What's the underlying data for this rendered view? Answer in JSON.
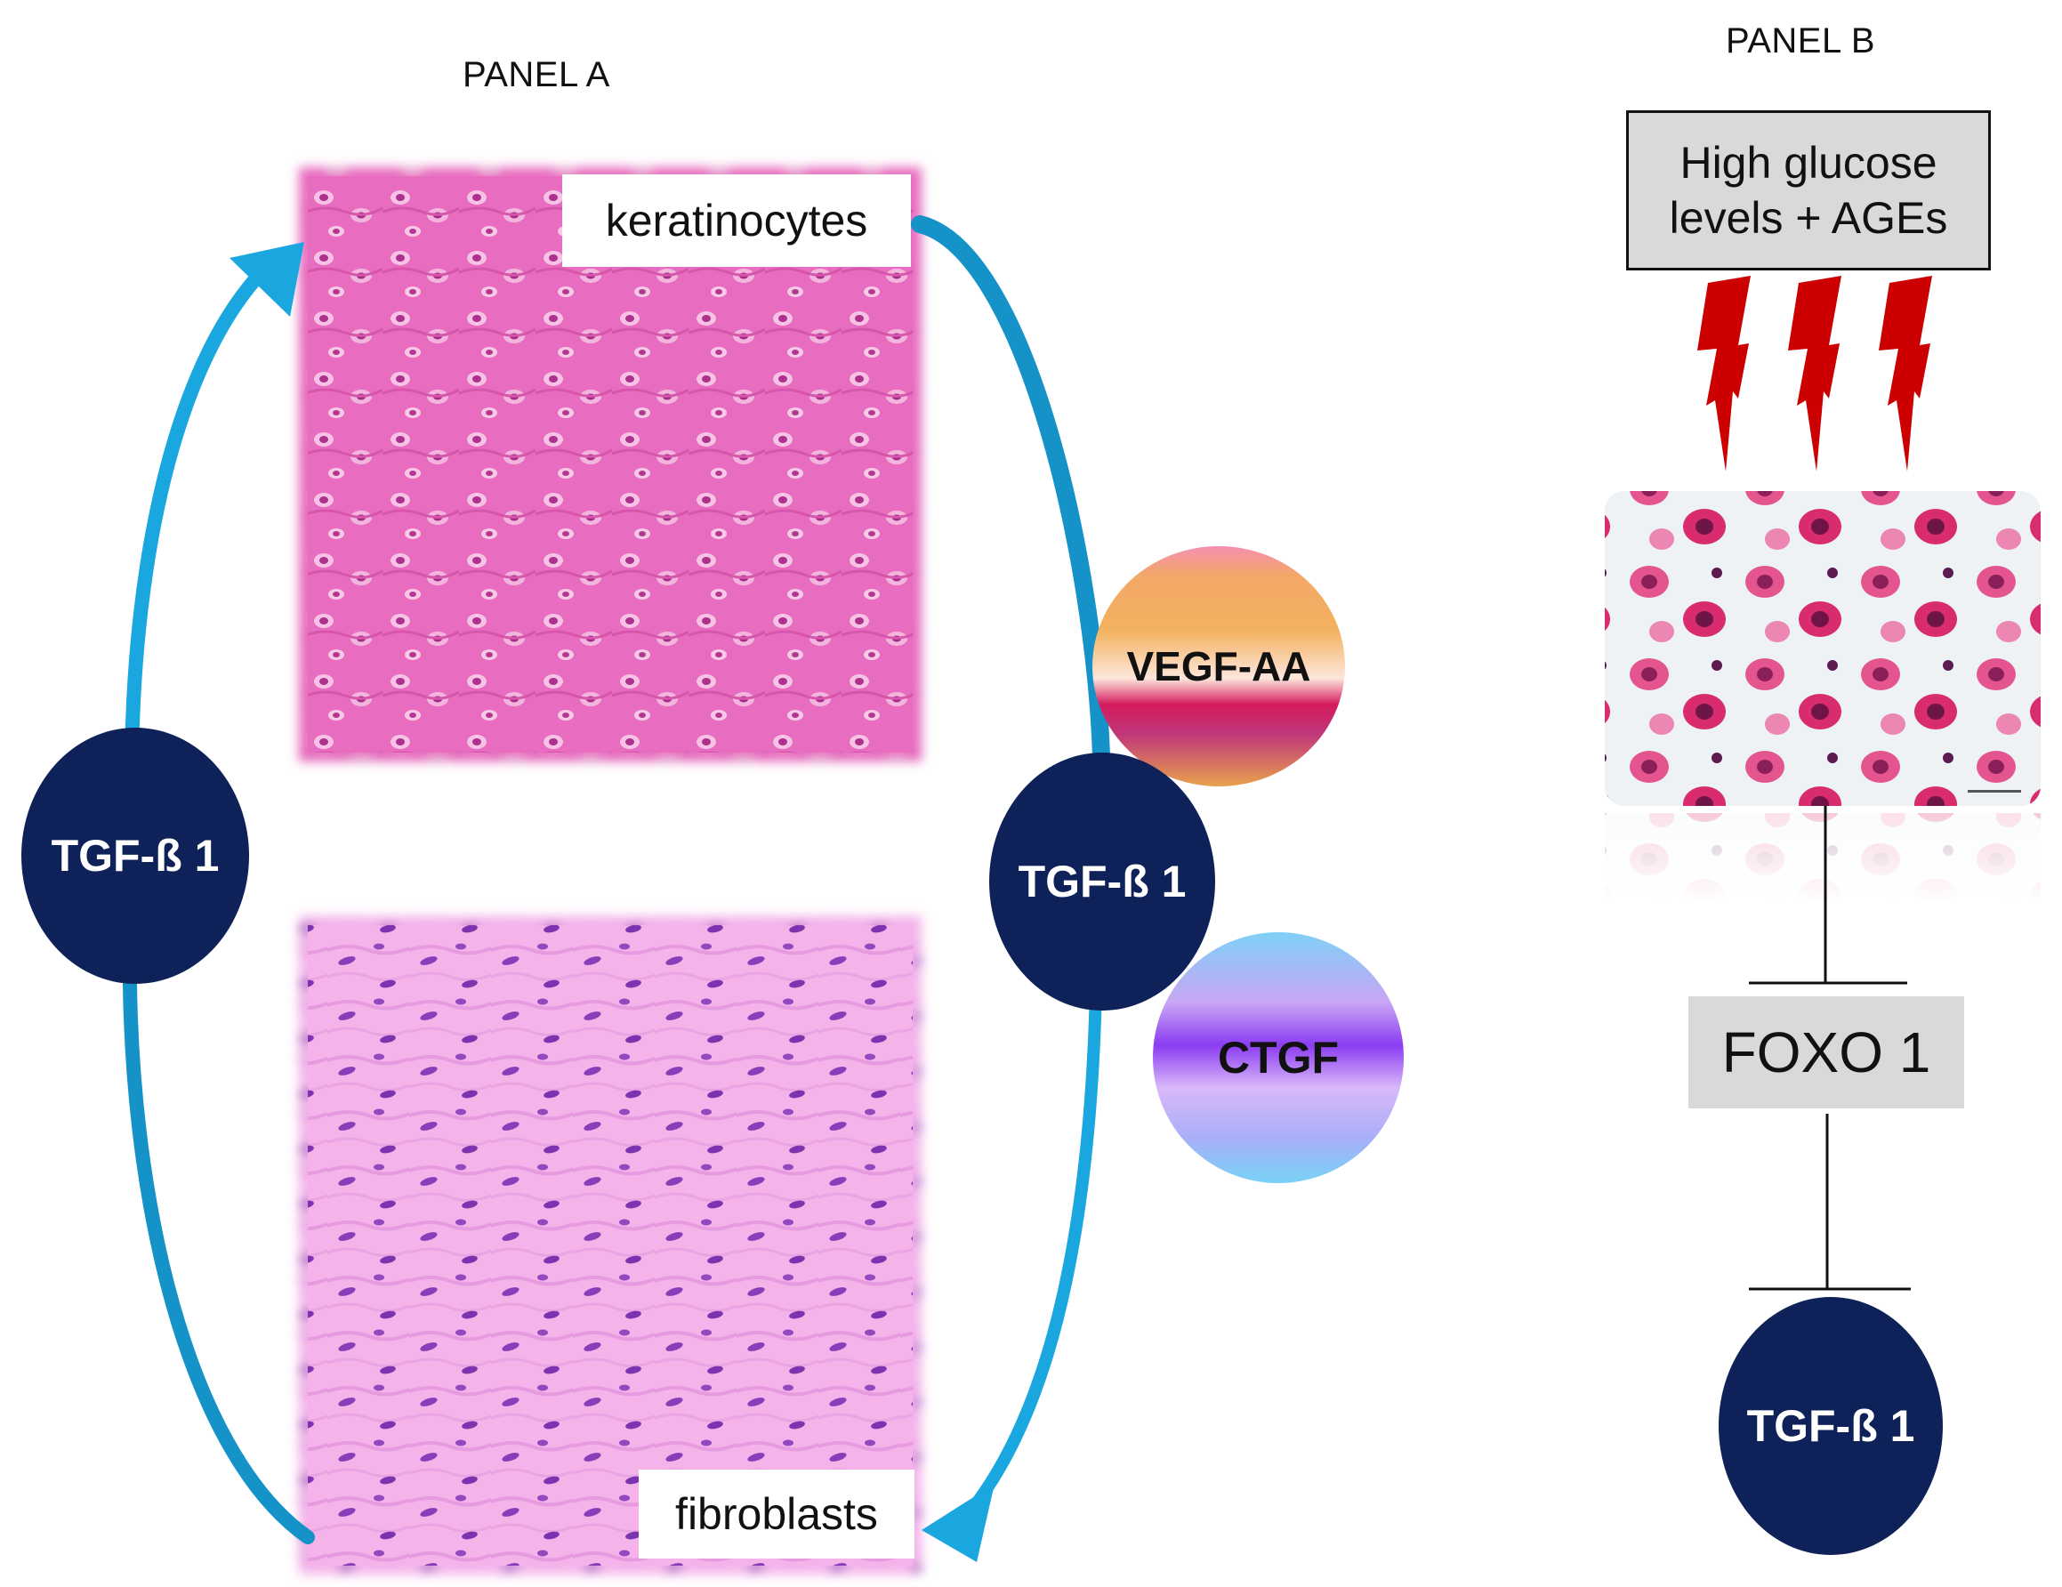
{
  "panel_a": {
    "title": "PANEL A",
    "keratinocytes_label": "keratinocytes",
    "fibroblasts_label": "fibroblasts",
    "tgf_left": "TGF-ß 1",
    "tgf_center": "TGF-ß 1",
    "vegf_label": "VEGF-AA",
    "ctgf_label": "CTGF"
  },
  "panel_b": {
    "title": "PANEL B",
    "glucose_line1": "High glucose",
    "glucose_line2": "levels + AGEs",
    "foxo_label": "FOXO 1",
    "tgf_bottom": "TGF-ß 1"
  },
  "colors": {
    "navy": "#0e2158",
    "arrow_blue": "#1aa7e0",
    "inhibitor_black": "#111111",
    "lightning_red": "#cc0000",
    "box_gray": "#d9d9d9"
  },
  "icons": {
    "lightning": "lightning-bolt-icon"
  }
}
